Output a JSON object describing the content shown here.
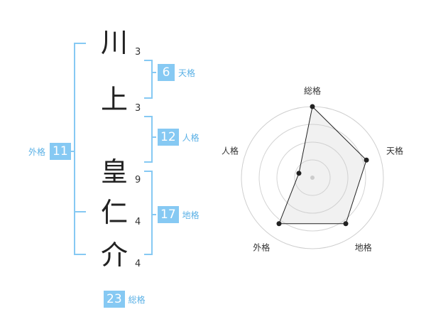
{
  "name": {
    "chars": [
      "川",
      "上",
      "皇",
      "仁",
      "介"
    ],
    "strokes": [
      "3",
      "3",
      "9",
      "4",
      "4"
    ]
  },
  "kaku": {
    "ten": {
      "value": "6",
      "label": "天格"
    },
    "jin": {
      "value": "12",
      "label": "人格"
    },
    "chi": {
      "value": "17",
      "label": "地格"
    },
    "gai": {
      "value": "11",
      "label": "外格"
    },
    "sou": {
      "value": "23",
      "label": "総格"
    }
  },
  "colors": {
    "accent": "#86c9f3",
    "label": "#5bb1e6",
    "bracket": "#86c9f3"
  },
  "chart_data": {
    "type": "radar",
    "axes": [
      "総格",
      "天格",
      "地格",
      "外格",
      "人格"
    ],
    "values": [
      5,
      4,
      4,
      4,
      1
    ],
    "max": 5,
    "rings": 4
  }
}
